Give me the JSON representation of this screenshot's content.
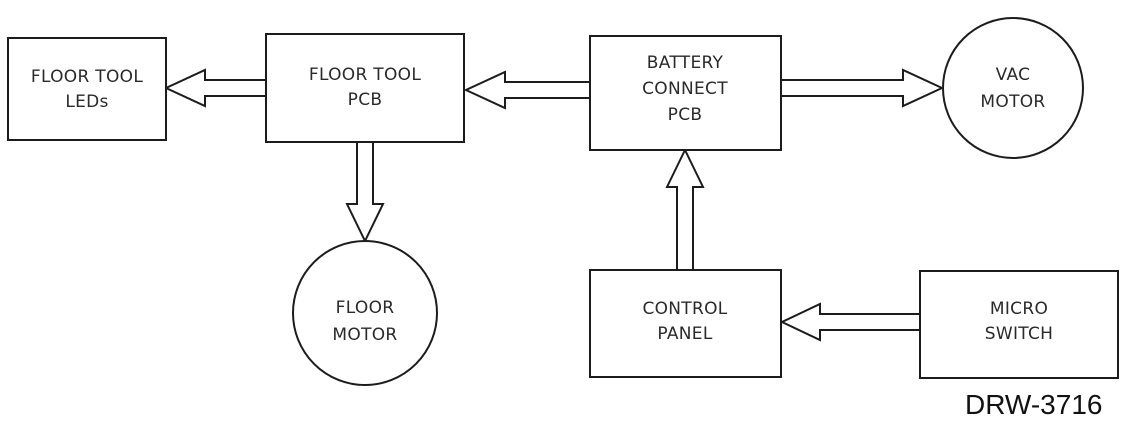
{
  "diagram": {
    "nodes": {
      "floor_tool_leds": {
        "shape": "box",
        "lines": [
          "FLOOR TOOL",
          "LEDs"
        ]
      },
      "floor_tool_pcb": {
        "shape": "box",
        "lines": [
          "FLOOR TOOL",
          "PCB"
        ]
      },
      "battery_connect_pcb": {
        "shape": "box",
        "lines": [
          "BATTERY",
          "CONNECT",
          "PCB"
        ]
      },
      "vac_motor": {
        "shape": "circle",
        "lines": [
          "VAC",
          "MOTOR"
        ]
      },
      "floor_motor": {
        "shape": "circle",
        "lines": [
          "FLOOR",
          "MOTOR"
        ]
      },
      "control_panel": {
        "shape": "box",
        "lines": [
          "CONTROL",
          "PANEL"
        ]
      },
      "micro_switch": {
        "shape": "box",
        "lines": [
          "MICRO",
          "SWITCH"
        ]
      }
    },
    "connections": [
      {
        "from": "floor_tool_pcb",
        "to": "floor_tool_leds"
      },
      {
        "from": "battery_connect_pcb",
        "to": "floor_tool_pcb"
      },
      {
        "from": "battery_connect_pcb",
        "to": "vac_motor"
      },
      {
        "from": "floor_tool_pcb",
        "to": "floor_motor"
      },
      {
        "from": "control_panel",
        "to": "battery_connect_pcb"
      },
      {
        "from": "micro_switch",
        "to": "control_panel"
      }
    ],
    "drawing_number": "DRW-3716"
  }
}
